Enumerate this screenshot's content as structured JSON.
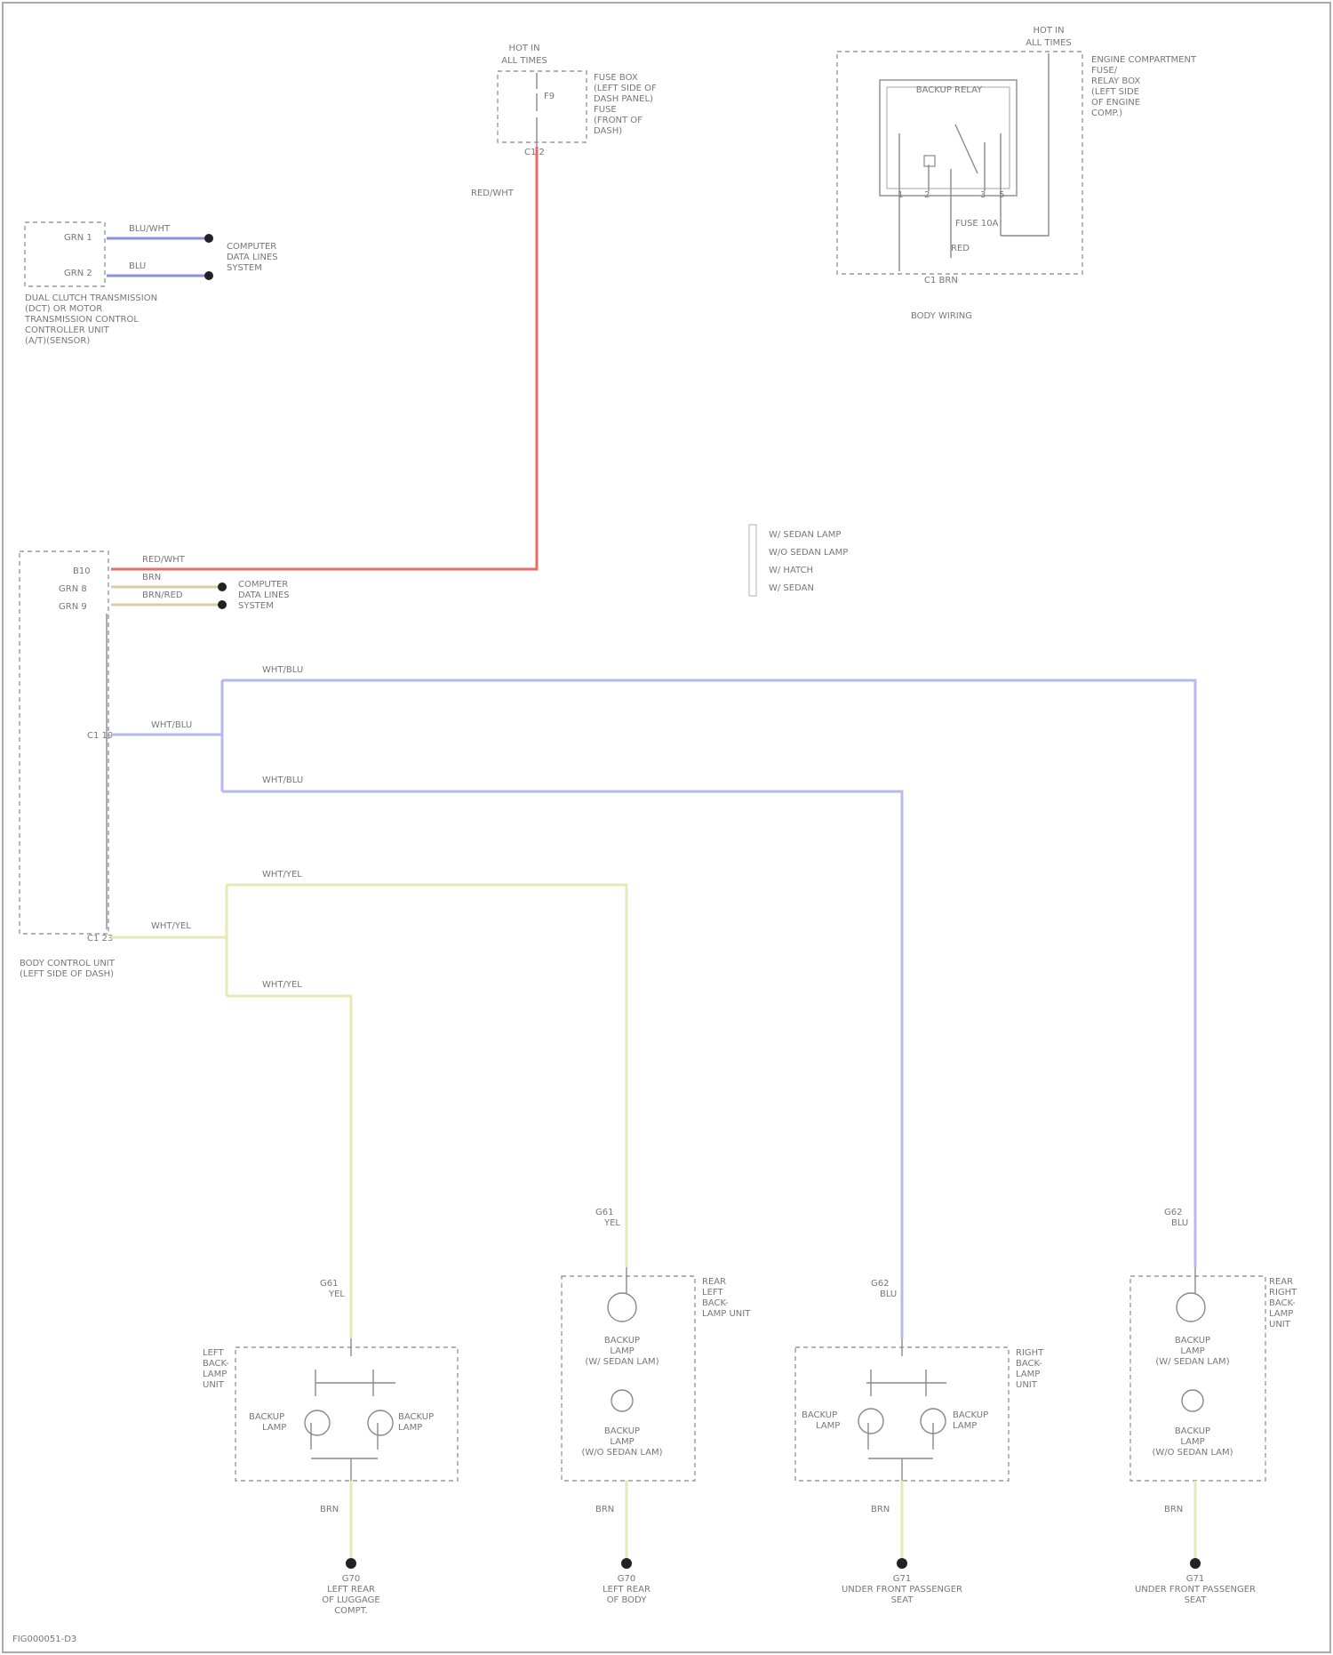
{
  "colors": {
    "red": "#e86a6a",
    "blue": "#8a90e0",
    "light_blue": "#b7b9ec",
    "yellow": "#e7e8b5",
    "tan": "#e0c8a8",
    "gray": "#9a9a9a",
    "ground_dot": "#222222"
  },
  "top_fuse": {
    "title": [
      "HOT IN",
      "ALL TIMES"
    ],
    "labels": [
      "FUSE BOX",
      "(LEFT SIDE OF",
      "DASH PANEL)",
      "FUSE",
      "(FRONT OF",
      "DASH)"
    ],
    "fuse_label": "F9",
    "pin_label": "C1 2",
    "wire_label": "RED/WHT"
  },
  "right_relay": {
    "title": [
      "HOT IN",
      "ALL TIMES"
    ],
    "desc": [
      "ENGINE COMPARTMENT",
      "FUSE/",
      "RELAY BOX",
      "(LEFT SIDE",
      "OF ENGINE",
      "COMP.)"
    ],
    "relay_label": "BACKUP RELAY",
    "fuse_label": "FUSE 10A",
    "pin_labels": [
      "1",
      "2",
      "3",
      "5"
    ],
    "wire_labels": [
      "RED",
      "C1 BRN"
    ],
    "bottom_label": "BODY WIRING"
  },
  "tcm": {
    "pins": [
      "GRN 1",
      "GRN 2"
    ],
    "wires": [
      "BLU/WHT",
      "BLU"
    ],
    "dest": [
      "COMPUTER",
      "DATA LINES",
      "SYSTEM"
    ],
    "label": [
      "DUAL CLUTCH TRANSMISSION",
      "(DCT) OR MOTOR",
      "TRANSMISSION CONTROL",
      "CONTROLLER UNIT",
      "(A/T)(SENSOR)"
    ]
  },
  "body_control": {
    "pins": [
      "B10",
      "GRN 8",
      "GRN 9"
    ],
    "wires": [
      "RED/WHT",
      "BRN",
      "BRN/RED"
    ],
    "dest": [
      "COMPUTER",
      "DATA LINES",
      "SYSTEM"
    ],
    "pin_a": "C1 19",
    "wire_a": "WHT/BLU",
    "pin_b": "C1 23",
    "wire_b": "WHT/YEL",
    "label": [
      "BODY CONTROL UNIT",
      "(LEFT SIDE OF DASH)"
    ]
  },
  "legend": {
    "items": [
      "W/ SEDAN LAMP",
      "W/O SEDAN LAMP",
      "W/ HATCH",
      "W/ SEDAN"
    ]
  },
  "splices": {
    "blue_top_label": "WHT/BLU",
    "blue_mid_label": "WHT/BLU",
    "yellow_top_label": "WHT/YEL",
    "yellow_bottom_label": "WHT/YEL"
  },
  "lamps": [
    {
      "conn_label": [
        "G61",
        "YEL"
      ],
      "side_label": [
        "LEFT",
        "BACK-",
        "LAMP",
        "UNIT"
      ],
      "lamp_texts": [
        "BACKUP",
        "LAMP",
        "BACKUP",
        "LAMP"
      ],
      "ground_wire": "BRN",
      "ground_label": [
        "G70",
        "LEFT REAR",
        "OF LUGGAGE",
        "COMPT."
      ]
    },
    {
      "conn_label": [
        "G61",
        "YEL"
      ],
      "side_label": [
        "REAR",
        "LEFT",
        "BACK-",
        "LAMP UNIT"
      ],
      "lamp_texts": [
        "BACKUP",
        "LAMP",
        "(W/ SEDAN LAM)",
        "BACKUP",
        "LAMP",
        "(W/O SEDAN LAM)"
      ],
      "ground_wire": "BRN",
      "ground_label": [
        "G70",
        "LEFT REAR",
        "OF BODY"
      ]
    },
    {
      "conn_label": [
        "G62",
        "BLU"
      ],
      "side_label": [
        "RIGHT",
        "BACK-",
        "LAMP",
        "UNIT"
      ],
      "lamp_texts": [
        "BACKUP",
        "LAMP",
        "BACKUP",
        "LAMP"
      ],
      "ground_wire": "BRN",
      "ground_label": [
        "G71",
        "UNDER FRONT PASSENGER",
        "SEAT"
      ]
    },
    {
      "conn_label": [
        "G62",
        "BLU"
      ],
      "side_label": [
        "REAR",
        "RIGHT",
        "BACK-",
        "LAMP",
        "UNIT"
      ],
      "lamp_texts": [
        "BACKUP",
        "LAMP",
        "(W/ SEDAN LAM)",
        "BACKUP",
        "LAMP",
        "(W/O SEDAN LAM)"
      ],
      "ground_wire": "BRN",
      "ground_label": [
        "G71",
        "UNDER FRONT PASSENGER",
        "SEAT"
      ]
    }
  ],
  "footer": "FIG000051-D3"
}
